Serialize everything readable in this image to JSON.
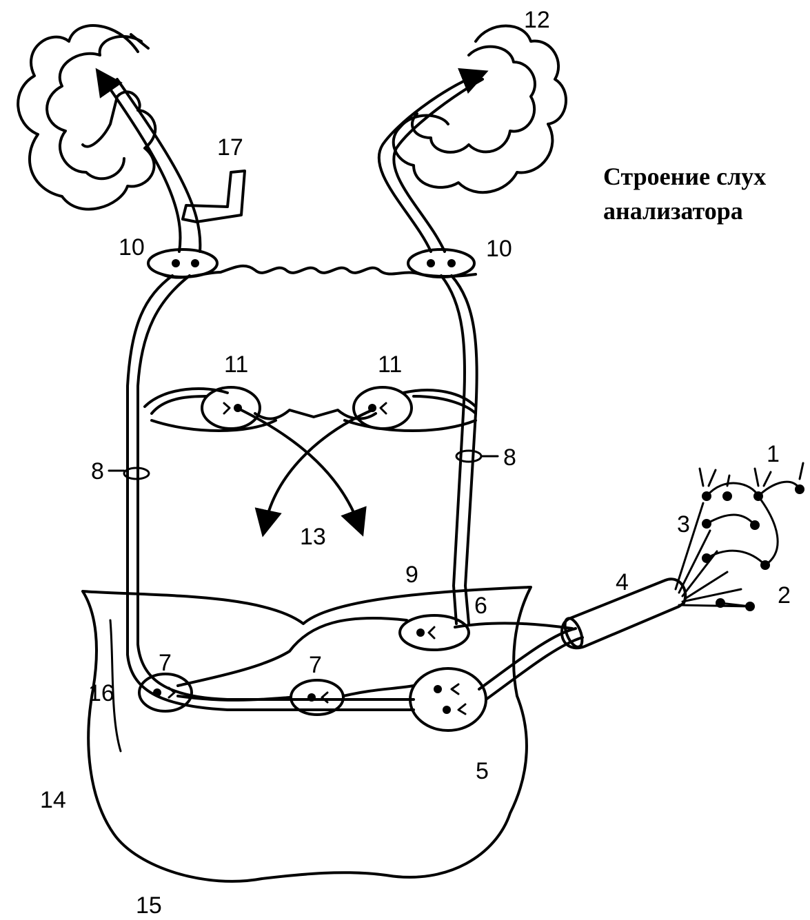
{
  "title": {
    "line1": "Строение слух",
    "line2": "анализатора"
  },
  "labels": [
    "1",
    "2",
    "3",
    "4",
    "5",
    "6",
    "7",
    "7",
    "8",
    "8",
    "9",
    "10",
    "10",
    "11",
    "11",
    "12",
    "13",
    "14",
    "15",
    "16",
    "17"
  ],
  "colors": {
    "ink": "#000000",
    "background": "#ffffff"
  }
}
